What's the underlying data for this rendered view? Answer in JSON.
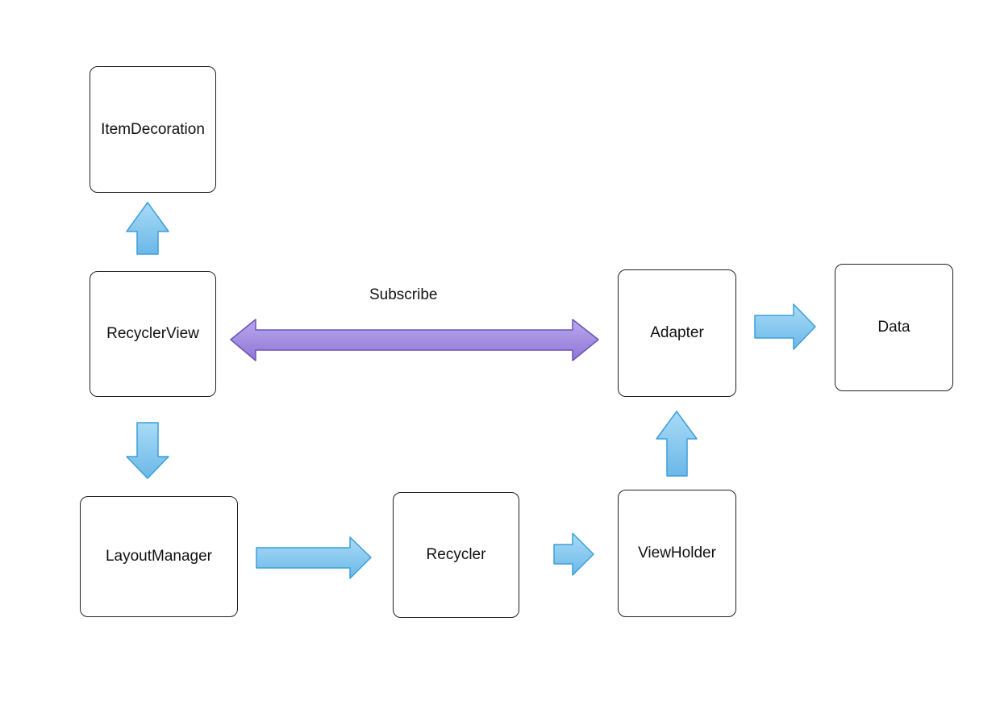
{
  "nodes": {
    "item_decoration": "ItemDecoration",
    "recycler_view": "RecyclerView",
    "layout_manager": "LayoutManager",
    "recycler": "Recycler",
    "view_holder": "ViewHolder",
    "adapter": "Adapter",
    "data": "Data"
  },
  "edges": {
    "subscribe_label": "Subscribe"
  },
  "colors": {
    "arrow_fill": "#8ccbf0",
    "arrow_stroke": "#3d9fd9",
    "double_arrow_fill": "#a48ee0",
    "double_arrow_stroke": "#6a54b8",
    "node_border": "#222222"
  }
}
